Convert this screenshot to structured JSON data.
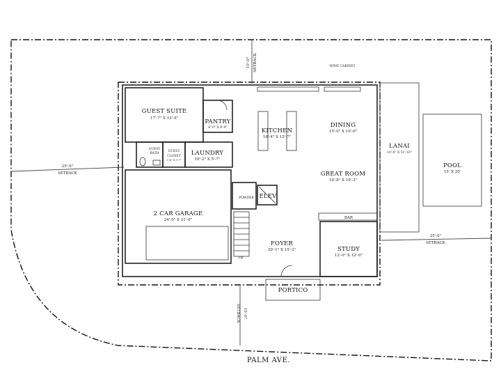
{
  "plan": {
    "street": "PALM AVE.",
    "wine_cabinet": "WINE CABINET",
    "setbacks": {
      "left": {
        "value": "25'-0\"",
        "label": "SETBACK"
      },
      "right": {
        "value": "25'-0\"",
        "label": "SETBACK"
      },
      "top": {
        "value": "10'-0\"",
        "label": "SETBACK"
      },
      "bottom": {
        "value": "15'-0\"",
        "label": "SETBACK"
      }
    },
    "rooms": {
      "guest_suite": {
        "name": "GUEST SUITE",
        "dims": "17'-7\" X 12'-9\""
      },
      "pantry": {
        "name": "PANTRY",
        "dims": "6'-0\" X 8'-9\""
      },
      "kitchen": {
        "name": "KITCHEN",
        "dims": "16'-4\" X 15'-7\""
      },
      "dining": {
        "name": "DINING",
        "dims": "15'-0\" X 10'-0\""
      },
      "guest_bath": {
        "name": "GUEST",
        "name2": "BATH"
      },
      "guest_closet": {
        "name": "GUEST",
        "name2": "CLOSET",
        "dims": "5'-6\" X 5'-7\""
      },
      "laundry": {
        "name": "LAUNDRY",
        "dims": "10'-2\" X 5'-7\""
      },
      "great_room": {
        "name": "GREAT ROOM",
        "dims": "16'-8\" X 19'-3\""
      },
      "lanai": {
        "name": "LANAI",
        "dims": "10'-0\" X 31'-10\""
      },
      "pool": {
        "name": "POOL",
        "dims": "15' X 20'"
      },
      "powder": {
        "name": "POWDER"
      },
      "elev": {
        "name": "ELEV"
      },
      "garage": {
        "name": "2 CAR GARAGE",
        "dims": "24'-0\" X 21'-0\""
      },
      "bar": {
        "name": "BAR"
      },
      "foyer": {
        "name": "FOYER",
        "dims": "20'-1\" X 15'-2\""
      },
      "study": {
        "name": "STUDY",
        "dims": "12'-0\" X 12'-0\""
      },
      "portico": {
        "name": "PORTICO"
      },
      "up": {
        "name": "UP"
      }
    }
  }
}
